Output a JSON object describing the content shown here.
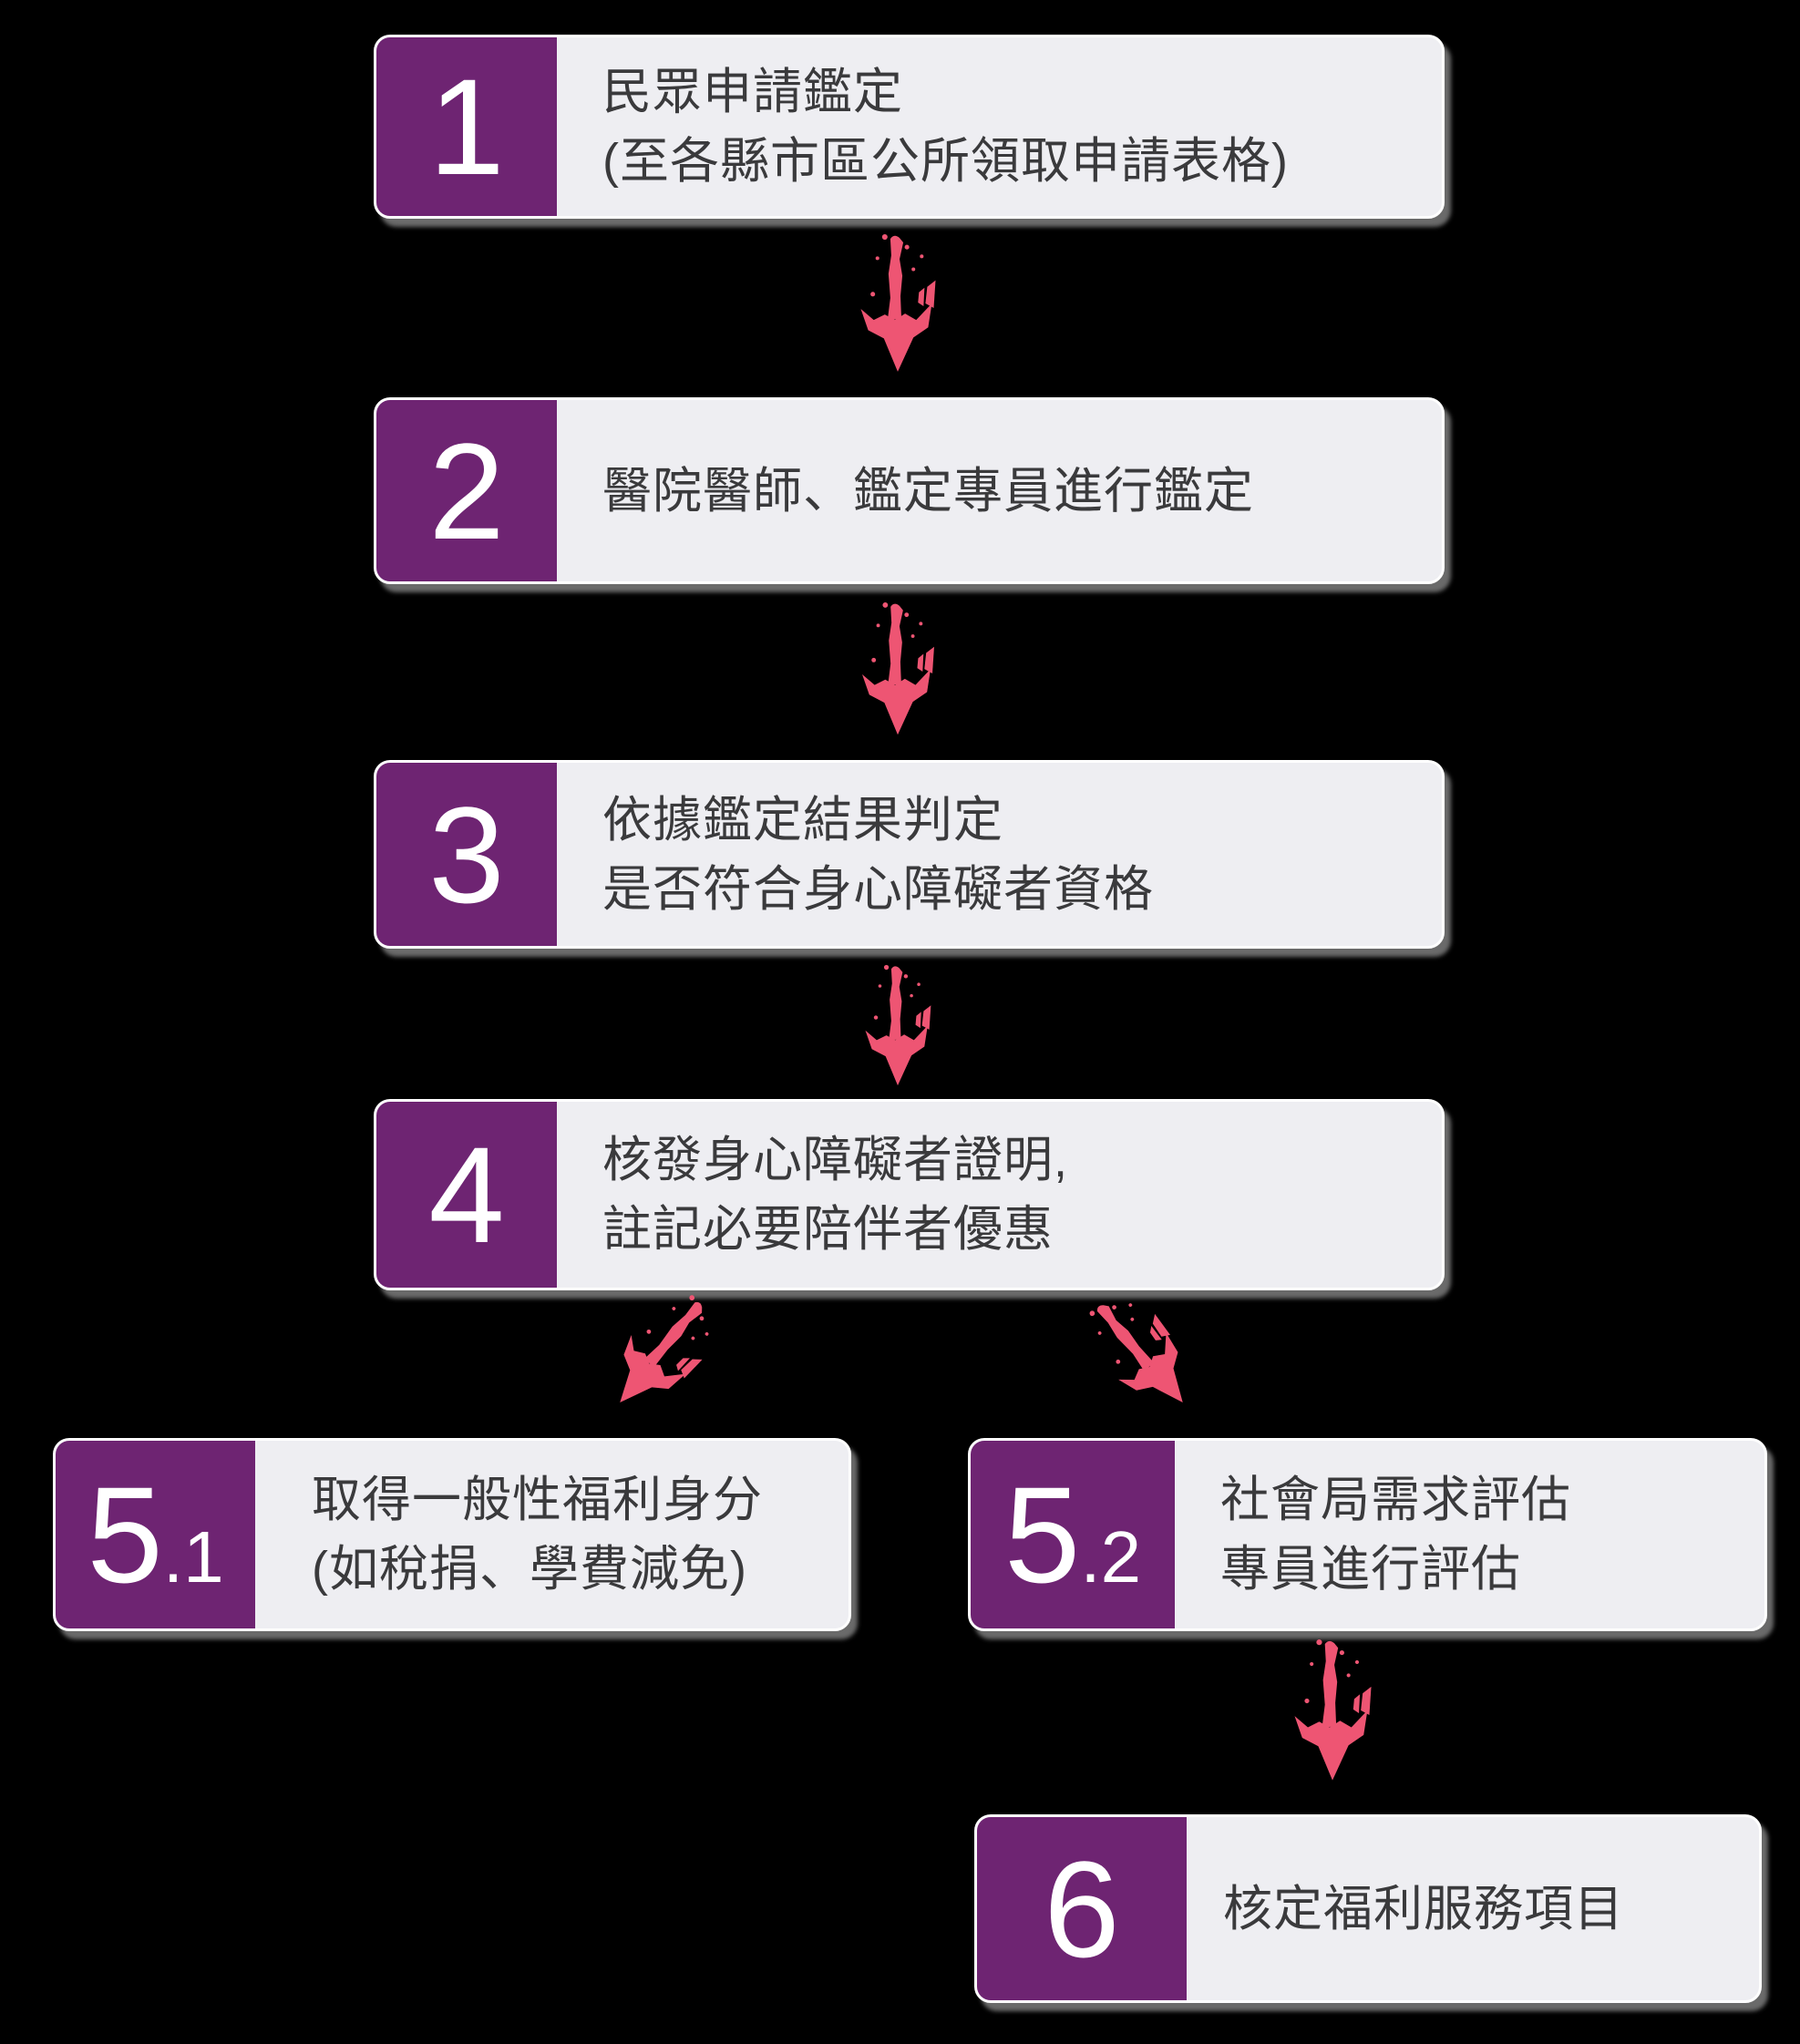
{
  "diagram_type": "flowchart",
  "colors": {
    "background": "#000000",
    "tile_purple": "#6E2472",
    "box_bg": "#EEEEF2",
    "text_dark": "#3A3A3C",
    "number_white": "#FFFFFF",
    "arrow_pink": "#EE5573",
    "shadow_gray": "#6A6A6A"
  },
  "steps": [
    {
      "number": "1",
      "suffix": "",
      "lines": [
        "民眾申請鑑定",
        "(至各縣市區公所領取申請表格)"
      ]
    },
    {
      "number": "2",
      "suffix": "",
      "lines": [
        "醫院醫師、鑑定專員進行鑑定"
      ]
    },
    {
      "number": "3",
      "suffix": "",
      "lines": [
        "依據鑑定結果判定",
        "是否符合身心障礙者資格"
      ]
    },
    {
      "number": "4",
      "suffix": "",
      "lines": [
        "核發身心障礙者證明,",
        "註記必要陪伴者優惠"
      ]
    },
    {
      "number": "5",
      "suffix": ".1",
      "lines": [
        "取得一般性福利身分",
        "(如稅捐、學費減免)"
      ]
    },
    {
      "number": "5",
      "suffix": ".2",
      "lines": [
        "社會局需求評估",
        "專員進行評估"
      ]
    },
    {
      "number": "6",
      "suffix": "",
      "lines": [
        "核定福利服務項目"
      ]
    }
  ],
  "arrows": [
    {
      "name": "arrow-step1-to-step2",
      "direction": "down"
    },
    {
      "name": "arrow-step2-to-step3",
      "direction": "down"
    },
    {
      "name": "arrow-step3-to-step4",
      "direction": "down"
    },
    {
      "name": "arrow-step4-to-step5-1",
      "direction": "down-left"
    },
    {
      "name": "arrow-step4-to-step5-2",
      "direction": "down-right"
    },
    {
      "name": "arrow-step5-2-to-step6",
      "direction": "down"
    }
  ]
}
